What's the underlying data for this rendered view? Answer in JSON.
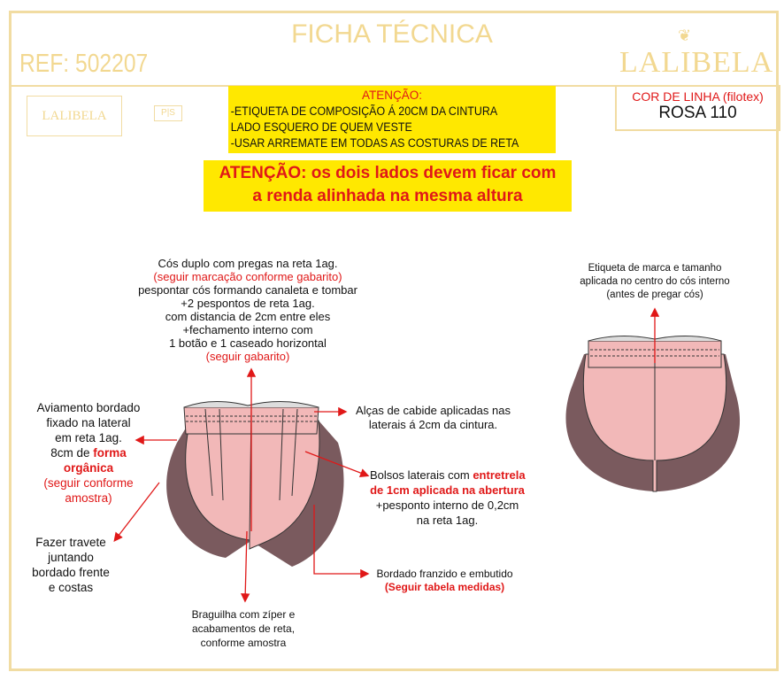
{
  "header": {
    "title": "FICHA TÉCNICA",
    "ref": "REF: 502207",
    "brand": "LALIBELA",
    "small_logo": "LALIBELA",
    "size_tag": "P|S"
  },
  "attention_box": {
    "heading": "ATENÇÃO:",
    "lines": [
      "-ETIQUETA DE COMPOSIÇÃO Á 20CM DA CINTURA",
      "LADO ESQUERO DE QUEM VESTE",
      "-USAR ARREMATE EM TODAS AS COSTURAS DE RETA"
    ]
  },
  "alert_box": {
    "line1": "ATENÇÃO: os dois lados devem ficar com",
    "line2": "a renda alinhada na mesma altura"
  },
  "thread_color": {
    "label": "COR DE LINHA (filotex)",
    "value": "ROSA 110"
  },
  "colors": {
    "gold": "#f1dca2",
    "yellow": "#ffe800",
    "red": "#e01818",
    "pink": "#f2b8b8"
  },
  "notes": {
    "waistband": [
      "Cós duplo com pregas na reta 1ag.",
      "(seguir marcação conforme gabarito)",
      "pespontar cós formando canaleta e tombar",
      "+2 pespontos de reta 1ag.",
      "com distancia de 2cm entre eles",
      "+fechamento interno com",
      "1 botão e 1 caseado horizontal",
      "(seguir gabarito)"
    ],
    "trim": [
      "Aviamento bordado",
      "fixado na lateral",
      "em reta 1ag.",
      "8cm de ",
      "forma",
      "orgânica",
      "(seguir conforme",
      "amostra)"
    ],
    "loops": [
      "Alças de cabide aplicadas nas",
      "laterais á 2cm da cintura."
    ],
    "pockets": [
      "Bolsos laterais com ",
      "entretrela",
      "de 1cm aplicada na abertura",
      "+pesponto interno de 0,2cm",
      "na reta 1ag."
    ],
    "bartack": [
      "Fazer travete",
      "juntando",
      "bordado frente",
      "e costas"
    ],
    "embroidery": [
      "Bordado franzido e embutido",
      "(Seguir tabela medidas)"
    ],
    "fly": [
      "Braguilha com zíper e",
      "acabamentos de reta,",
      "conforme amostra"
    ],
    "label": [
      "Etiqueta de marca e tamanho",
      "aplicada no centro do cós interno",
      "(antes de pregar cós)"
    ]
  }
}
